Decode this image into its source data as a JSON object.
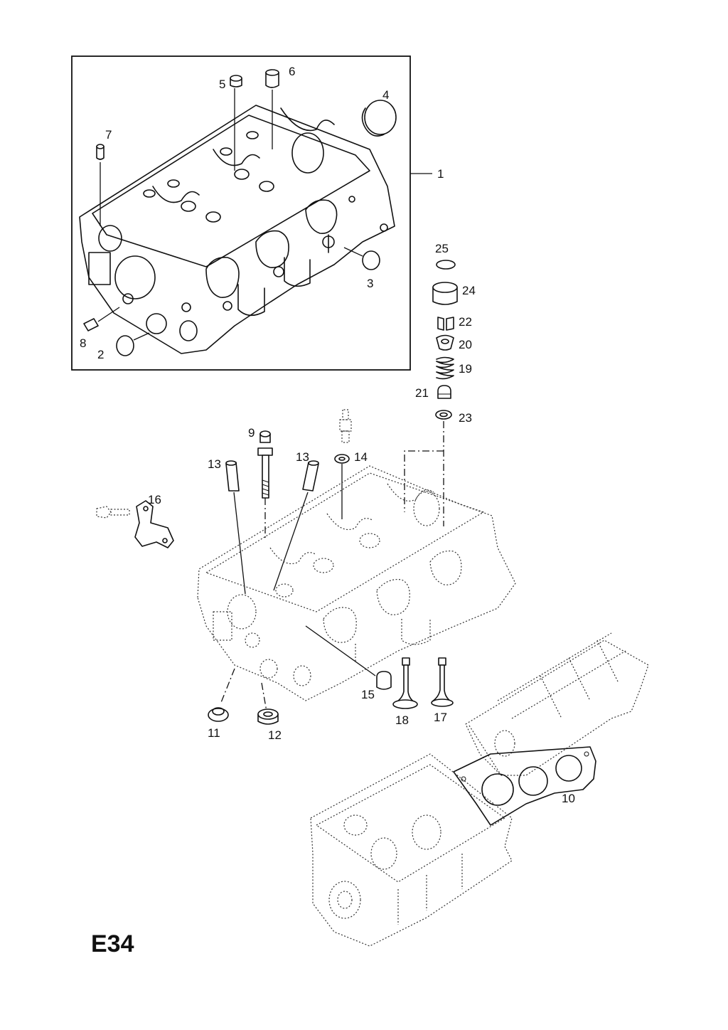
{
  "diagram_code": "E34",
  "labels": {
    "p1": "1",
    "p2": "2",
    "p3": "3",
    "p4": "4",
    "p5": "5",
    "p6": "6",
    "p7": "7",
    "p8": "8",
    "p9": "9",
    "p10": "10",
    "p11": "11",
    "p12": "12",
    "p13a": "13",
    "p13b": "13",
    "p14": "14",
    "p15": "15",
    "p16": "16",
    "p17": "17",
    "p18": "18",
    "p19": "19",
    "p20": "20",
    "p21": "21",
    "p22": "22",
    "p23": "23",
    "p24": "24",
    "p25": "25"
  }
}
